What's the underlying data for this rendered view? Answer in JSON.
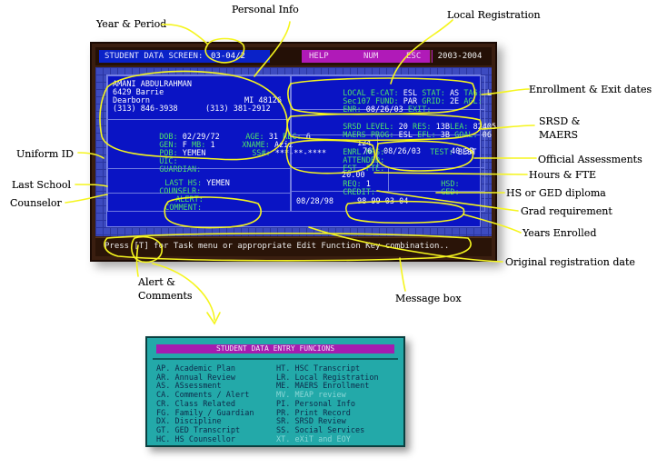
{
  "annotations": {
    "year_period": "Year & Period",
    "personal_info": "Personal Info",
    "local_registration": "Local Registration",
    "enrollment_exit": "Enrollment & Exit dates",
    "srsd_maers_1": "SRSD &",
    "srsd_maers_2": "MAERS",
    "official_assessments": "Official Assessments",
    "hours_fte": "Hours & FTE",
    "hs_ged": "HS or GED diploma",
    "grad_req": "Grad requirement",
    "years_enrolled": "Years Enrolled",
    "orig_reg_date": "Original registration date",
    "uniform_id": "Uniform ID",
    "last_school": "Last School",
    "counselor": "Counselor",
    "alert_comments_1": "Alert &",
    "alert_comments_2": "Comments",
    "message_box": "Message box"
  },
  "header": {
    "screen_label": "STUDENT DATA SCREEN:",
    "period": "03-04/2",
    "help": "HELP",
    "num": "NUM",
    "esc": "ESC",
    "year": "2003-2004"
  },
  "personal": {
    "name": "AMANI ABDULRAHMAN",
    "street": "6429 Barrie",
    "city": "Dearborn",
    "state_zip": "MI 48126",
    "phone1": "(313) 846-3938",
    "phone2": "(313) 381-2912",
    "dob_label": "DOB:",
    "dob": "02/29/72",
    "age_label": "AGE:",
    "age": "31",
    "rec_label": "REC:",
    "rec": "6",
    "gen_label": "GEN:",
    "gen": "F",
    "mb_label": "MB:",
    "mb": "1",
    "xname_label": "XNAME:",
    "xname": "Aziz",
    "pob_label": "POB:",
    "pob": "YEMEN",
    "ss_label": "SS#:",
    "ss": "***-**-****",
    "uic_label": "UIC:",
    "uic": "",
    "guardian_label": "GUARDIAN:",
    "guardian": ""
  },
  "school": {
    "last_hs_label": "LAST HS:",
    "last_hs": "YEMEN",
    "counselor_label": "COUNSELR:",
    "counselor": "",
    "alert_label": "ALERT:",
    "alert": "",
    "comment_label": "COMMENT:",
    "comment": ""
  },
  "registration": {
    "ecat_label": "LOCAL E-CAT:",
    "ecat": "ESL",
    "stat_label": "STAT:",
    "stat": "AS",
    "tag_label": "TAG:",
    "tag": "L",
    "fund_label": "Sec107 FUND:",
    "fund": "PAR",
    "grid_label": "GRID:",
    "grid": "2E",
    "agl_label": "AGL:",
    "agl": "",
    "enr_label": "ENR:",
    "enr": "08/26/03",
    "exit_label": "EXIT:",
    "exit": ""
  },
  "srsd": {
    "level_label": "SRSD LEVEL:",
    "level": "20",
    "res_label": "RES:",
    "res": "13B",
    "lea_label": "LEA:",
    "lea": "82405",
    "prog_label": "MAERS PROG:",
    "prog": "ESL",
    "efl_label": "EFL:",
    "efl": "3B",
    "goal_label": "GOAL:",
    "goal": "06"
  },
  "hours": {
    "enrl_label": "ENRL.HRS:",
    "enrl": "124",
    "attended_label": "ATTENDED:",
    "attended": "76",
    "fte_label": "EST. FTE:",
    "fte": ""
  },
  "test": {
    "label": "TEST:",
    "name": "BEST",
    "date": "08/26/03",
    "score": "40",
    "level": "3B"
  },
  "grad": {
    "req_label": "REQ:",
    "req": "1",
    "req_value": "20.00",
    "credit_label": "CREDIT:",
    "credit": "",
    "hsd_label": "HSD:",
    "hsd": "",
    "ged_label": "GED:",
    "ged": ""
  },
  "years": {
    "orig_date": "08/28/98",
    "first_year": "98-99",
    "last_year": "03-04"
  },
  "message": "Press [T] for Task menu or appropriate Edit Function Key combination..",
  "task_menu": {
    "title": "STUDENT DATA ENTRY FUNCIONS",
    "col1": [
      {
        "code": "AP.",
        "label": "Academic Plan",
        "enabled": true
      },
      {
        "code": "AR.",
        "label": "Annual Review",
        "enabled": true
      },
      {
        "code": "AS.",
        "label": "ASsessment",
        "enabled": true
      },
      {
        "code": "CA.",
        "label": "Comments / Alert",
        "enabled": true
      },
      {
        "code": "CR.",
        "label": "Class Related",
        "enabled": true
      },
      {
        "code": "FG.",
        "label": "Family / Guardian",
        "enabled": true
      },
      {
        "code": "DX.",
        "label": "Discipline",
        "enabled": true
      },
      {
        "code": "GT.",
        "label": "GED Transcript",
        "enabled": true
      },
      {
        "code": "HC.",
        "label": "HS Counsellor",
        "enabled": true
      }
    ],
    "col2": [
      {
        "code": "HT.",
        "label": "HSC Transcript",
        "enabled": true
      },
      {
        "code": "LR.",
        "label": "Local Registration",
        "enabled": true
      },
      {
        "code": "ME.",
        "label": "MAERS Enrollment",
        "enabled": true
      },
      {
        "code": "MV.",
        "label": "MEAP review",
        "enabled": false
      },
      {
        "code": "PI.",
        "label": "Personal Info",
        "enabled": true
      },
      {
        "code": "PR.",
        "label": "Print Record",
        "enabled": true
      },
      {
        "code": "SR.",
        "label": "SRSD Review",
        "enabled": true
      },
      {
        "code": "SS.",
        "label": "Social Services",
        "enabled": true
      },
      {
        "code": "XT.",
        "label": "eXiT and EOY",
        "enabled": false
      }
    ]
  },
  "colors": {
    "annotation_marker": "#f5f51e",
    "panel_blue": "#0a14c4",
    "label_green": "#4fe06a",
    "help_magenta": "#b01ab8",
    "menu_teal": "#23a9a9"
  }
}
